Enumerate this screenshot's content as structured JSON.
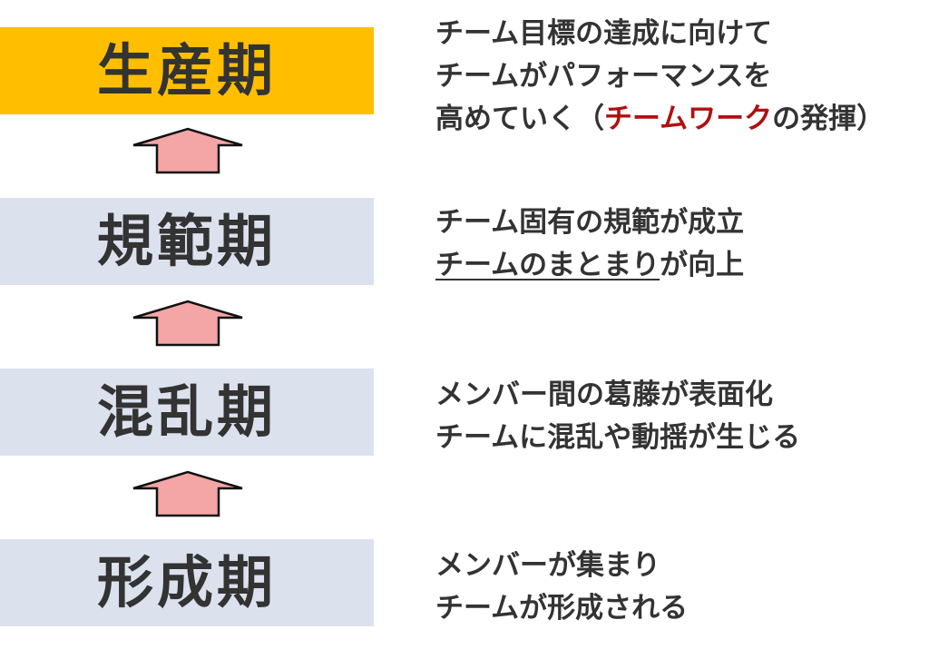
{
  "colors": {
    "highlight_box": "#FFBF00",
    "normal_box": "#DCE1EE",
    "arrow_fill": "#F4A6A6",
    "text": "#333333",
    "accent_text": "#B01010"
  },
  "stages": [
    {
      "label": "生産期",
      "highlighted": true,
      "lines": [
        {
          "text": "チーム目標の達成に向けて"
        },
        {
          "text": "チームがパフォーマンスを"
        },
        {
          "before": "高めていく（",
          "accent": "チームワーク",
          "after": "の発揮）"
        }
      ]
    },
    {
      "label": "規範期",
      "highlighted": false,
      "lines": [
        {
          "text": "チーム固有の規範が成立"
        },
        {
          "underlined": "チームのまとまり",
          "after": "が向上"
        }
      ]
    },
    {
      "label": "混乱期",
      "highlighted": false,
      "lines": [
        {
          "text": "メンバー間の葛藤が表面化"
        },
        {
          "text": "チームに混乱や動揺が生じる"
        }
      ]
    },
    {
      "label": "形成期",
      "highlighted": false,
      "lines": [
        {
          "text": "メンバーが集まり"
        },
        {
          "text": "チームが形成される"
        }
      ]
    }
  ],
  "arrows": [
    {
      "icon": "up-arrow-icon"
    },
    {
      "icon": "up-arrow-icon"
    },
    {
      "icon": "up-arrow-icon"
    }
  ]
}
